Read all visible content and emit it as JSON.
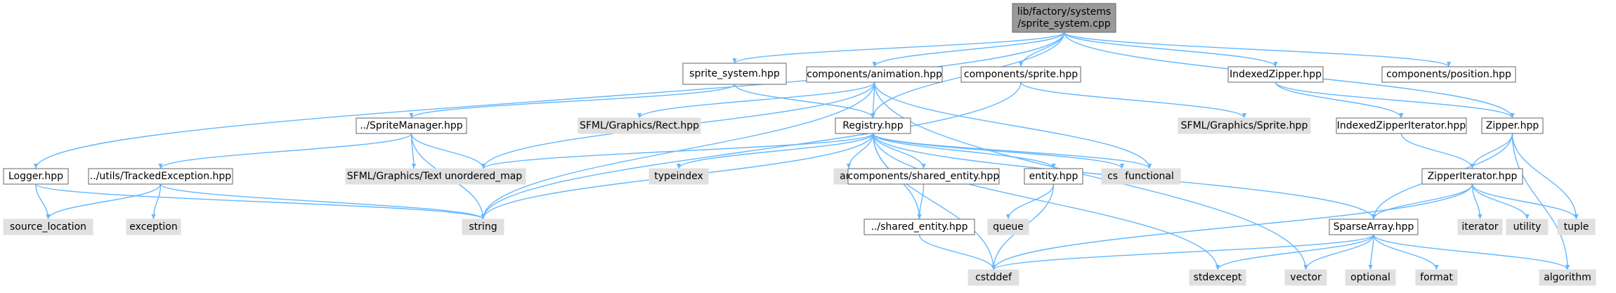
{
  "colors": {
    "edge": "#63b8ff",
    "root_fill": "#999999",
    "root_stroke": "#666666",
    "local_fill": "#ffffff",
    "local_stroke": "#666666",
    "system_fill": "#e0e0e0",
    "system_stroke": "#e0e0e0",
    "text": "#000000"
  },
  "nodes": [
    {
      "id": "root",
      "lines": [
        "lib/factory/systems",
        "/sprite_system.cpp"
      ],
      "kind": "root"
    },
    {
      "id": "sprite_system_hpp",
      "lines": [
        "sprite_system.hpp"
      ],
      "kind": "local"
    },
    {
      "id": "comp_animation",
      "lines": [
        "components/animation.hpp"
      ],
      "kind": "local"
    },
    {
      "id": "comp_sprite",
      "lines": [
        "components/sprite.hpp"
      ],
      "kind": "local"
    },
    {
      "id": "indexed_zipper",
      "lines": [
        "IndexedZipper.hpp"
      ],
      "kind": "local"
    },
    {
      "id": "comp_position",
      "lines": [
        "components/position.hpp"
      ],
      "kind": "local"
    },
    {
      "id": "sprite_manager",
      "lines": [
        "../SpriteManager.hpp"
      ],
      "kind": "local"
    },
    {
      "id": "sfml_rect",
      "lines": [
        "SFML/Graphics/Rect.hpp"
      ],
      "kind": "system"
    },
    {
      "id": "registry",
      "lines": [
        "Registry.hpp"
      ],
      "kind": "local"
    },
    {
      "id": "sfml_sprite",
      "lines": [
        "SFML/Graphics/Sprite.hpp"
      ],
      "kind": "system"
    },
    {
      "id": "indexed_zipper_iter",
      "lines": [
        "IndexedZipperIterator.hpp"
      ],
      "kind": "local"
    },
    {
      "id": "zipper",
      "lines": [
        "Zipper.hpp"
      ],
      "kind": "local"
    },
    {
      "id": "logger",
      "lines": [
        "Logger.hpp"
      ],
      "kind": "local"
    },
    {
      "id": "tracked_exception",
      "lines": [
        "../utils/TrackedException.hpp"
      ],
      "kind": "local"
    },
    {
      "id": "sfml_texture",
      "lines": [
        "SFML/Graphics/Texture.hpp"
      ],
      "kind": "system"
    },
    {
      "id": "unordered_map",
      "lines": [
        "unordered_map"
      ],
      "kind": "system"
    },
    {
      "id": "typeindex",
      "lines": [
        "typeindex"
      ],
      "kind": "system"
    },
    {
      "id": "any",
      "lines": [
        "any"
      ],
      "kind": "system"
    },
    {
      "id": "comp_shared_entity",
      "lines": [
        "components/shared_entity.hpp"
      ],
      "kind": "local"
    },
    {
      "id": "entity",
      "lines": [
        "entity.hpp"
      ],
      "kind": "local"
    },
    {
      "id": "cstdio",
      "lines": [
        "cstdio"
      ],
      "kind": "system"
    },
    {
      "id": "functional",
      "lines": [
        "functional"
      ],
      "kind": "system"
    },
    {
      "id": "zipper_iterator",
      "lines": [
        "ZipperIterator.hpp"
      ],
      "kind": "local"
    },
    {
      "id": "source_location",
      "lines": [
        "source_location"
      ],
      "kind": "system"
    },
    {
      "id": "exception",
      "lines": [
        "exception"
      ],
      "kind": "system"
    },
    {
      "id": "string",
      "lines": [
        "string"
      ],
      "kind": "system"
    },
    {
      "id": "shared_entity",
      "lines": [
        "../shared_entity.hpp"
      ],
      "kind": "local"
    },
    {
      "id": "queue",
      "lines": [
        "queue"
      ],
      "kind": "system"
    },
    {
      "id": "sparse_array",
      "lines": [
        "SparseArray.hpp"
      ],
      "kind": "local"
    },
    {
      "id": "iterator",
      "lines": [
        "iterator"
      ],
      "kind": "system"
    },
    {
      "id": "utility",
      "lines": [
        "utility"
      ],
      "kind": "system"
    },
    {
      "id": "tuple",
      "lines": [
        "tuple"
      ],
      "kind": "system"
    },
    {
      "id": "cstddef",
      "lines": [
        "cstddef"
      ],
      "kind": "system"
    },
    {
      "id": "stdexcept",
      "lines": [
        "stdexcept"
      ],
      "kind": "system"
    },
    {
      "id": "vector",
      "lines": [
        "vector"
      ],
      "kind": "system"
    },
    {
      "id": "optional",
      "lines": [
        "optional"
      ],
      "kind": "system"
    },
    {
      "id": "format",
      "lines": [
        "format"
      ],
      "kind": "system"
    },
    {
      "id": "algorithm",
      "lines": [
        "algorithm"
      ],
      "kind": "system"
    }
  ],
  "edges": [
    [
      "root",
      "sprite_system_hpp"
    ],
    [
      "root",
      "comp_animation"
    ],
    [
      "root",
      "comp_sprite"
    ],
    [
      "root",
      "indexed_zipper"
    ],
    [
      "root",
      "comp_position"
    ],
    [
      "root",
      "logger"
    ],
    [
      "root",
      "registry"
    ],
    [
      "root",
      "zipper"
    ],
    [
      "sprite_system_hpp",
      "sprite_manager"
    ],
    [
      "sprite_system_hpp",
      "registry"
    ],
    [
      "comp_animation",
      "sfml_rect"
    ],
    [
      "comp_animation",
      "registry"
    ],
    [
      "comp_animation",
      "unordered_map"
    ],
    [
      "comp_animation",
      "string"
    ],
    [
      "comp_animation",
      "functional"
    ],
    [
      "comp_animation",
      "vector"
    ],
    [
      "comp_sprite",
      "sfml_sprite"
    ],
    [
      "comp_sprite",
      "string"
    ],
    [
      "indexed_zipper",
      "indexed_zipper_iter"
    ],
    [
      "indexed_zipper",
      "zipper"
    ],
    [
      "sprite_manager",
      "tracked_exception"
    ],
    [
      "sprite_manager",
      "sfml_texture"
    ],
    [
      "sprite_manager",
      "unordered_map"
    ],
    [
      "sprite_manager",
      "string"
    ],
    [
      "registry",
      "unordered_map"
    ],
    [
      "registry",
      "typeindex"
    ],
    [
      "registry",
      "any"
    ],
    [
      "registry",
      "comp_shared_entity"
    ],
    [
      "registry",
      "entity"
    ],
    [
      "registry",
      "cstdio"
    ],
    [
      "registry",
      "functional"
    ],
    [
      "registry",
      "string"
    ],
    [
      "registry",
      "shared_entity"
    ],
    [
      "registry",
      "sparse_array"
    ],
    [
      "registry",
      "cstddef"
    ],
    [
      "registry",
      "stdexcept"
    ],
    [
      "indexed_zipper_iter",
      "zipper_iterator"
    ],
    [
      "zipper",
      "zipper_iterator"
    ],
    [
      "zipper",
      "sparse_array"
    ],
    [
      "zipper",
      "tuple"
    ],
    [
      "zipper",
      "algorithm"
    ],
    [
      "logger",
      "source_location"
    ],
    [
      "logger",
      "string"
    ],
    [
      "tracked_exception",
      "source_location"
    ],
    [
      "tracked_exception",
      "exception"
    ],
    [
      "tracked_exception",
      "string"
    ],
    [
      "comp_shared_entity",
      "shared_entity"
    ],
    [
      "entity",
      "queue"
    ],
    [
      "entity",
      "cstddef"
    ],
    [
      "shared_entity",
      "cstddef"
    ],
    [
      "zipper_iterator",
      "sparse_array"
    ],
    [
      "zipper_iterator",
      "iterator"
    ],
    [
      "zipper_iterator",
      "utility"
    ],
    [
      "zipper_iterator",
      "tuple"
    ],
    [
      "zipper_iterator",
      "cstddef"
    ],
    [
      "sparse_array",
      "cstddef"
    ],
    [
      "sparse_array",
      "stdexcept"
    ],
    [
      "sparse_array",
      "vector"
    ],
    [
      "sparse_array",
      "optional"
    ],
    [
      "sparse_array",
      "format"
    ],
    [
      "sparse_array",
      "algorithm"
    ]
  ]
}
